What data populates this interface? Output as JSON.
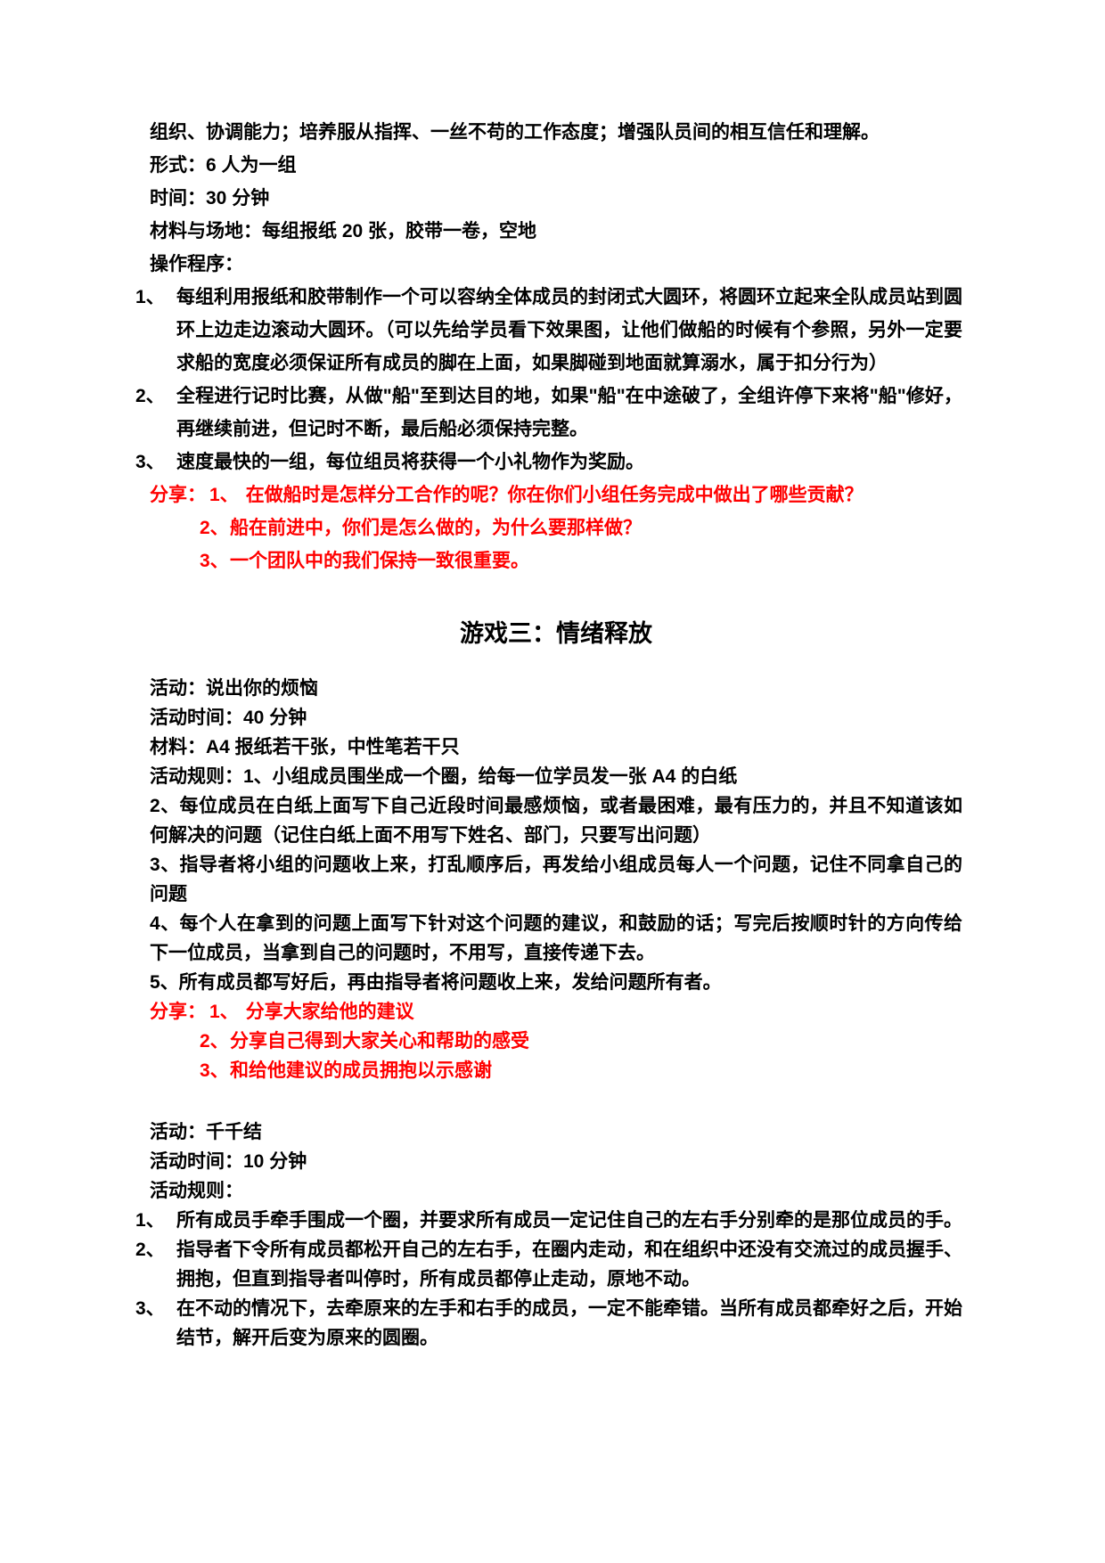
{
  "page": {
    "background": "#ffffff",
    "text_color": "#000000",
    "accent_red": "#ff0000"
  },
  "intro": {
    "lines": [
      "组织、协调能力；培养服从指挥、一丝不苟的工作态度；增强队员间的相互信任和理解。",
      "形式：6 人为一组",
      "时间：30 分钟",
      "材料与场地：每组报纸 20 张，胶带一卷，空地",
      "操作程序："
    ]
  },
  "procedure": {
    "items": [
      {
        "num": "1、",
        "text": "每组利用报纸和胶带制作一个可以容纳全体成员的封闭式大圆环，将圆环立起来全队成员站到圆环上边走边滚动大圆环。（可以先给学员看下效果图，让他们做船的时候有个参照，另外一定要求船的宽度必须保证所有成员的脚在上面，如果脚碰到地面就算溺水，属于扣分行为）"
      },
      {
        "num": "2、",
        "text": "全程进行记时比赛，从做\"船\"至到达目的地，如果\"船\"在中途破了，全组许停下来将\"船\"修好，再继续前进，但记时不断，最后船必须保持完整。"
      },
      {
        "num": "3、",
        "text": "速度最快的一组，每位组员将获得一个小礼物作为奖励。"
      }
    ]
  },
  "share1": {
    "label": "分享：",
    "items": [
      {
        "num": "1、",
        "text": "在做船时是怎样分工合作的呢？你在你们小组任务完成中做出了哪些贡献？"
      },
      {
        "num": "2、",
        "text": "船在前进中，你们是怎么做的，为什么要那样做？"
      },
      {
        "num": "3、",
        "text": "一个团队中的我们保持一致很重要。"
      }
    ]
  },
  "heading": "游戏三：情绪释放",
  "activity1": {
    "lines": [
      "活动：说出你的烦恼",
      "活动时间：40 分钟",
      "材料：A4 报纸若干张，中性笔若干只",
      "活动规则：1、小组成员围坐成一个圈，给每一位学员发一张 A4 的白纸",
      "2、每位成员在白纸上面写下自己近段时间最感烦恼，或者最困难，最有压力的，并且不知道该如何解决的问题（记住白纸上面不用写下姓名、部门，只要写出问题）",
      "3、指导者将小组的问题收上来，打乱顺序后，再发给小组成员每人一个问题，记住不同拿自己的问题",
      "4、每个人在拿到的问题上面写下针对这个问题的建议，和鼓励的话；写完后按顺时针的方向传给下一位成员，当拿到自己的问题时，不用写，直接传递下去。",
      "5、所有成员都写好后，再由指导者将问题收上来，发给问题所有者。"
    ]
  },
  "share2": {
    "label": "分享：",
    "items": [
      {
        "num": "1、",
        "text": "分享大家给他的建议"
      },
      {
        "num": "2、",
        "text": "分享自己得到大家关心和帮助的感受"
      },
      {
        "num": "3、",
        "text": "和给他建议的成员拥抱以示感谢"
      }
    ]
  },
  "activity2": {
    "lines": [
      "活动：千千结",
      "活动时间：10 分钟",
      "活动规则："
    ],
    "items": [
      {
        "num": "1、",
        "text": "所有成员手牵手围成一个圈，并要求所有成员一定记住自己的左右手分别牵的是那位成员的手。"
      },
      {
        "num": "2、",
        "text": "指导者下令所有成员都松开自己的左右手，在圈内走动，和在组织中还没有交流过的成员握手、拥抱，但直到指导者叫停时，所有成员都停止走动，原地不动。"
      },
      {
        "num": "3、",
        "text": "在不动的情况下，去牵原来的左手和右手的成员，一定不能牵错。当所有成员都牵好之后，开始结节，解开后变为原来的圆圈。"
      }
    ]
  }
}
